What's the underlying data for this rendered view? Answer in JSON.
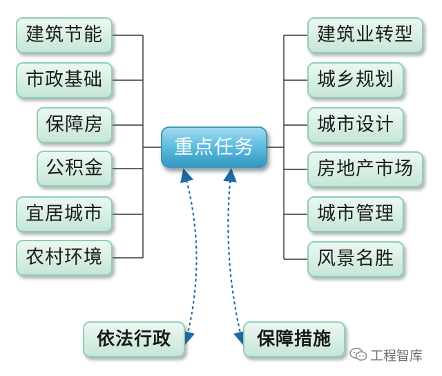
{
  "diagram": {
    "center": {
      "label": "重点任务"
    },
    "left_branches": [
      {
        "label": "建筑节能"
      },
      {
        "label": "市政基础"
      },
      {
        "label": "保障房"
      },
      {
        "label": "公积金"
      },
      {
        "label": "宜居城市"
      },
      {
        "label": "农村环境"
      }
    ],
    "right_branches": [
      {
        "label": "建筑业转型"
      },
      {
        "label": "城乡规划"
      },
      {
        "label": "城市设计"
      },
      {
        "label": "房地产市场"
      },
      {
        "label": "城市管理"
      },
      {
        "label": "风景名胜"
      }
    ],
    "supports": [
      {
        "label": "依法行政"
      },
      {
        "label": "保障措施"
      }
    ]
  },
  "watermark": {
    "text": "工程智库",
    "icon": "wechat-icon"
  },
  "colors": {
    "node_border": "#8fcdb7",
    "node_fill": "#d8efe3",
    "center_fill": "#5fbcde",
    "connector_line": "#333333",
    "dashed_arrow": "#1f6aa5",
    "watermark_text": "#6f6f6f"
  }
}
